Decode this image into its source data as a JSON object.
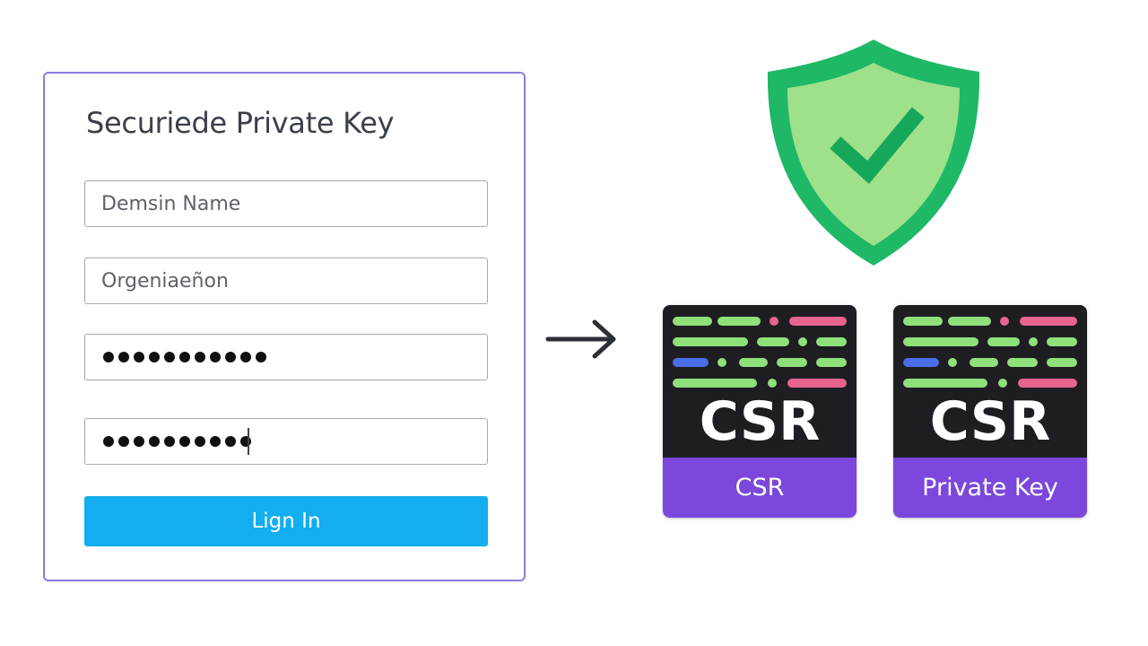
{
  "form": {
    "title": "Securiede Private Key",
    "domain_placeholder": "Demsin Name",
    "organization_placeholder": "Orgeniaeñon",
    "password_mask_count": 11,
    "confirm_mask_count": 10,
    "submit_label": "Lign In"
  },
  "files": [
    {
      "badge": "CSR",
      "label": "CSR"
    },
    {
      "badge": "CSR",
      "label": "Private Key"
    }
  ],
  "colors": {
    "card_border": "#8b7be0",
    "button": "#12aef0",
    "shield_outer": "#1fb866",
    "shield_inner": "#9fe08a",
    "check": "#16a85a",
    "tile_dark": "#1d1d22",
    "tile_purple": "#7b47dc",
    "code_green": "#8fe07a",
    "code_pink": "#e8648f",
    "code_blue": "#4a6ee8"
  },
  "icons": {
    "arrow": "arrow-right-icon",
    "shield": "shield-check-icon",
    "file": "code-file-icon"
  }
}
